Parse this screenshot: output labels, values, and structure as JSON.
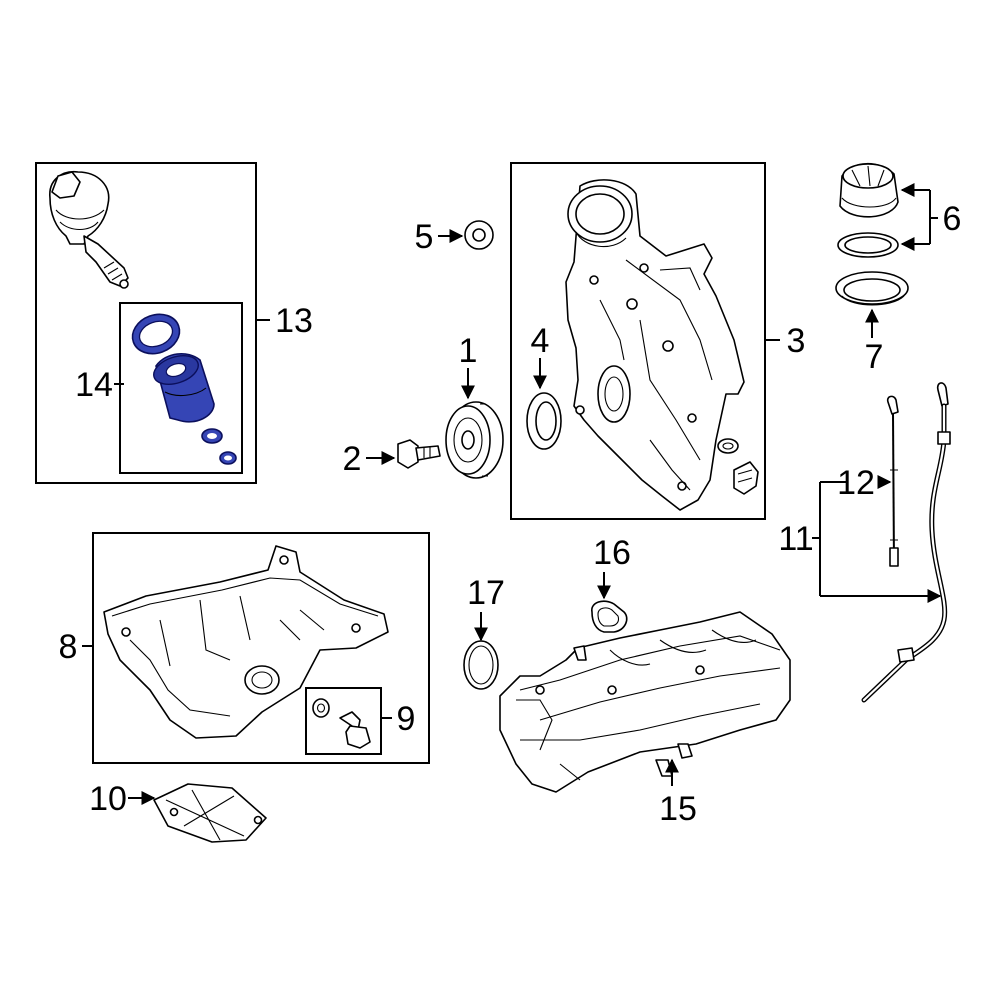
{
  "callouts": {
    "c1": "1",
    "c2": "2",
    "c3": "3",
    "c4": "4",
    "c5": "5",
    "c6": "6",
    "c7": "7",
    "c8": "8",
    "c9": "9",
    "c10": "10",
    "c11": "11",
    "c12": "12",
    "c13": "13",
    "c14": "14",
    "c15": "15",
    "c16": "16",
    "c17": "17"
  },
  "colors": {
    "highlight": "#3545b5",
    "line": "#000000",
    "background": "#ffffff"
  },
  "highlighted_parts": [
    "14"
  ]
}
